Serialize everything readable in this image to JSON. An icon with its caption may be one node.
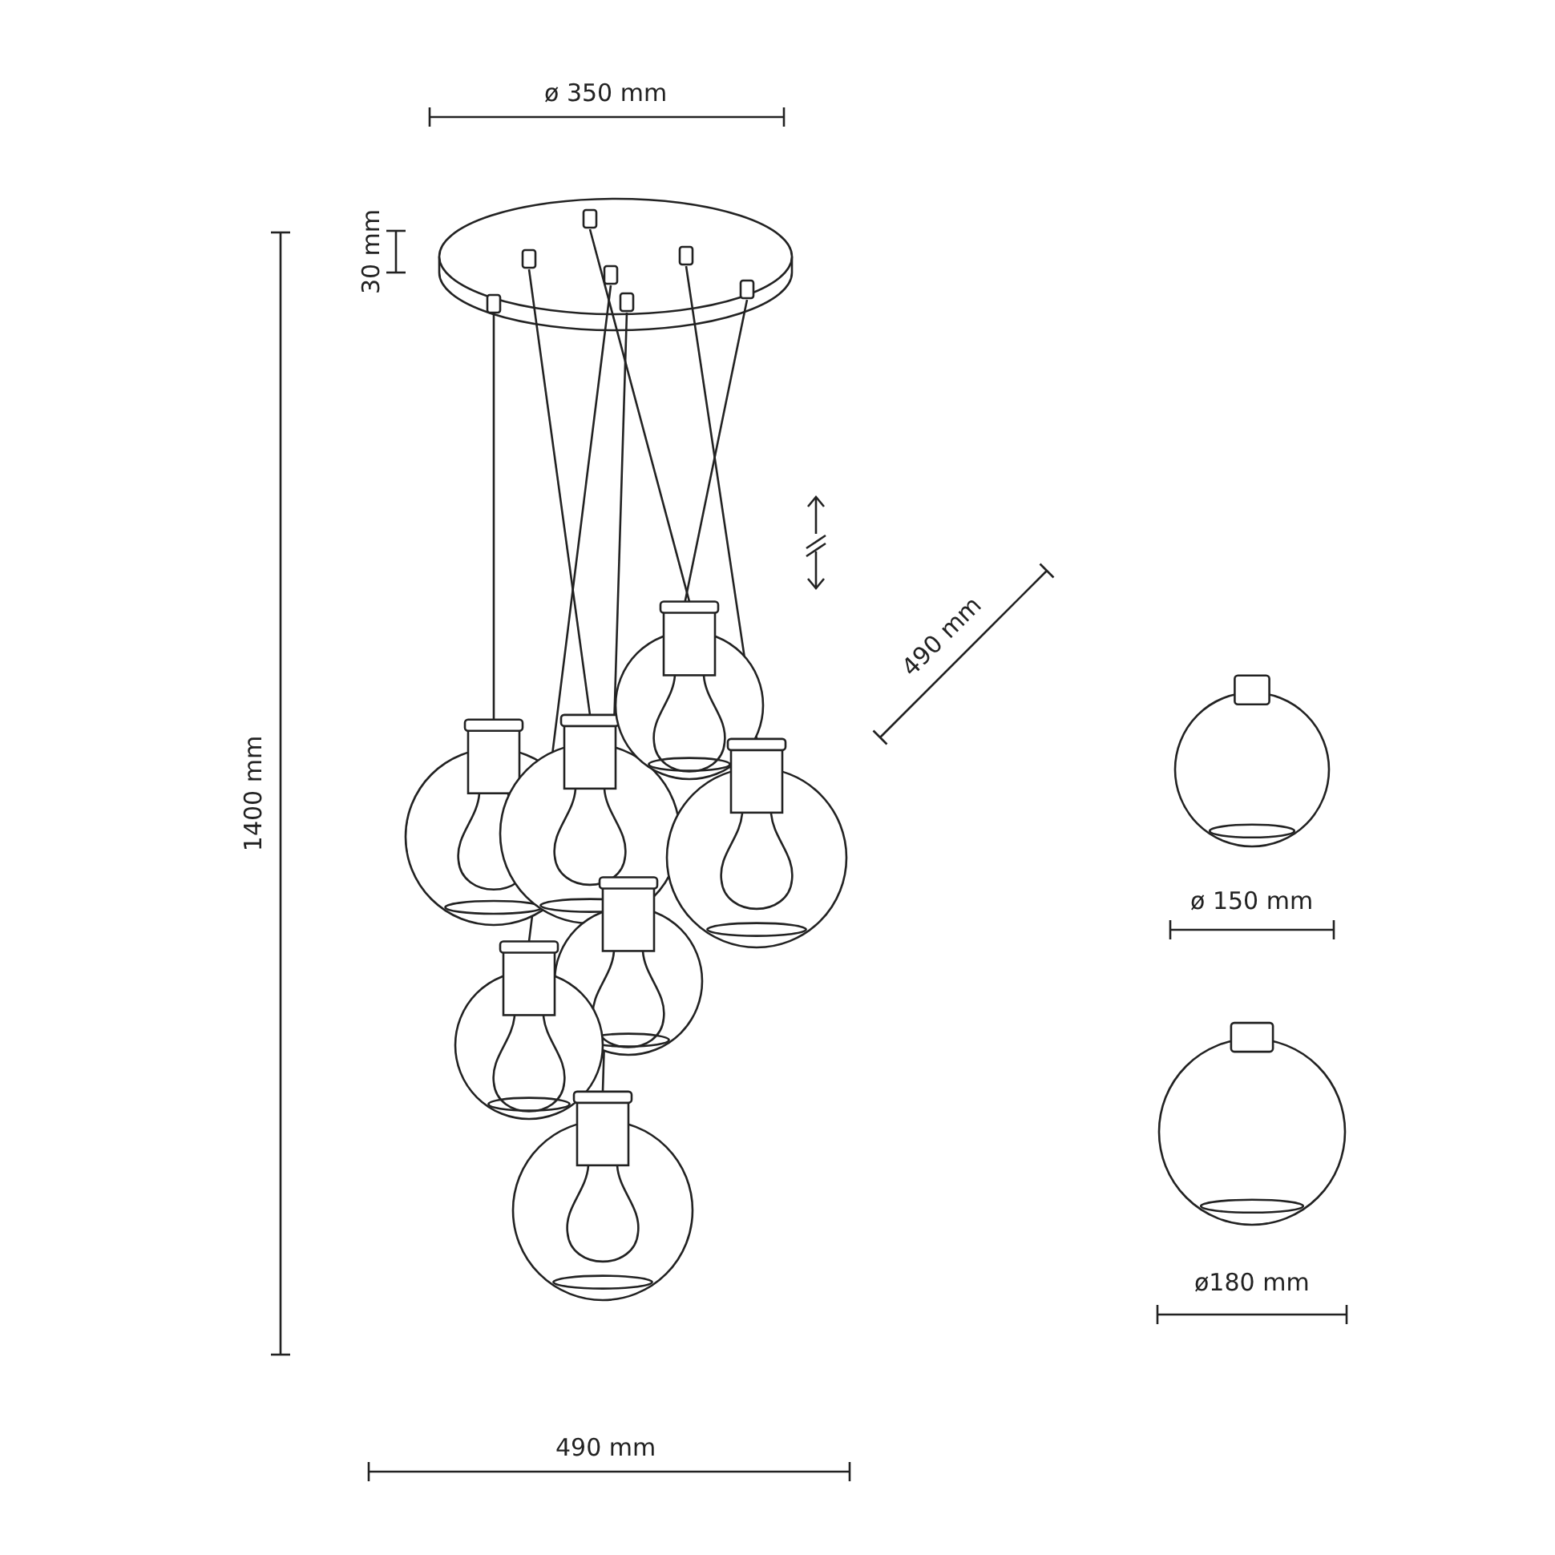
{
  "diagram": {
    "labels": [
      "ø 350 mm",
      "30 mm",
      "1400 mm",
      "490 mm",
      "ø 150 mm",
      "ø180 mm",
      "490 mm"
    ]
  }
}
